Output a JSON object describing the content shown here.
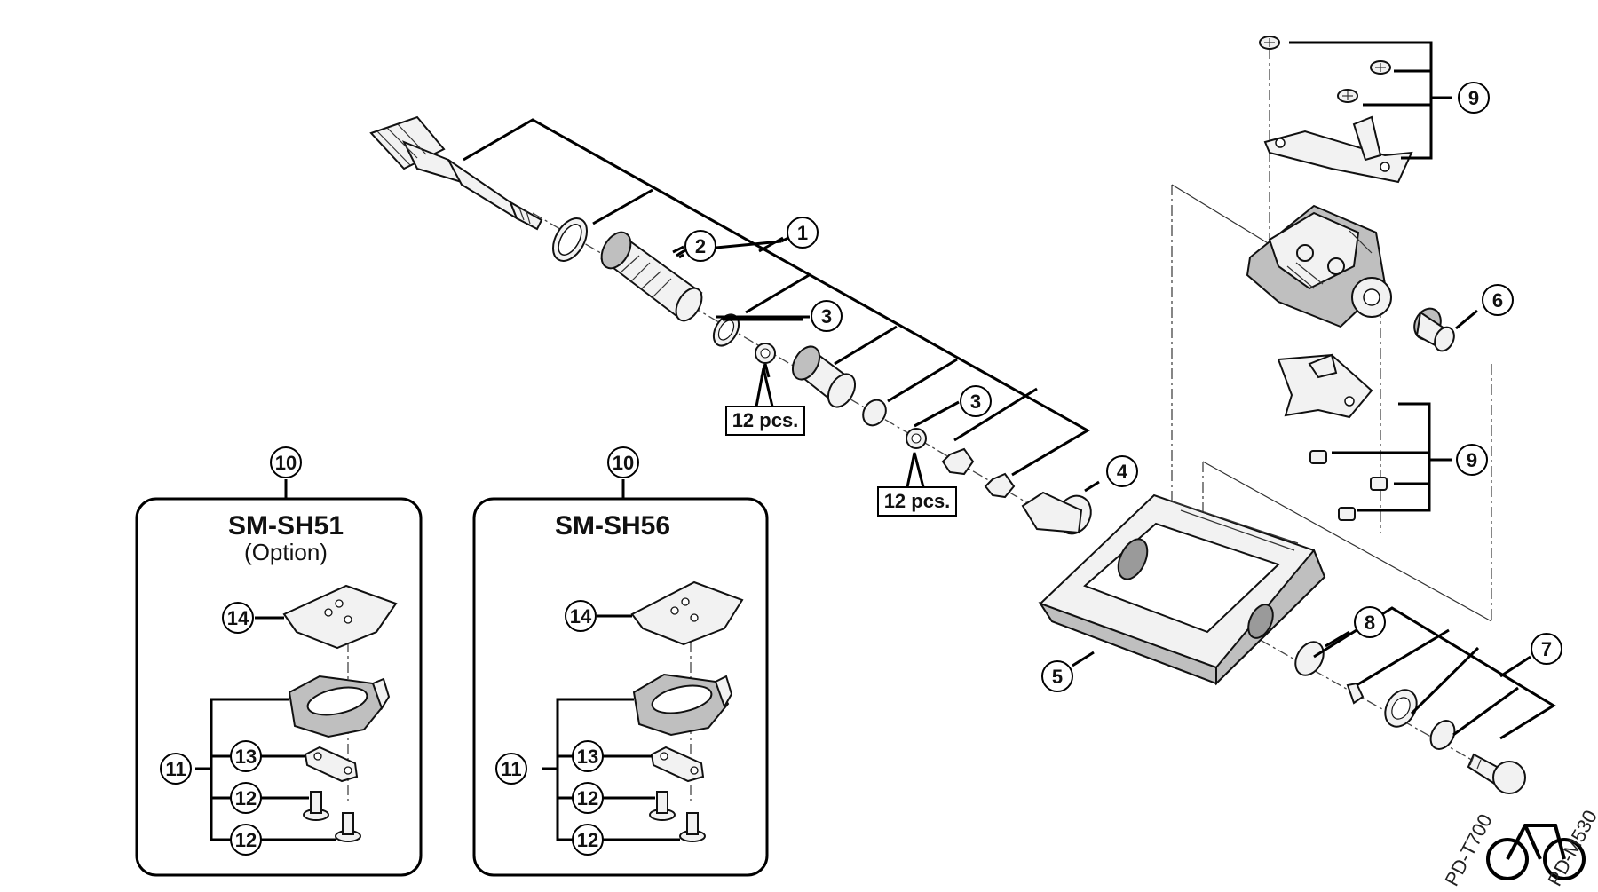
{
  "callouts": {
    "n1": "1",
    "n2": "2",
    "n3": "3",
    "n4": "4",
    "n5": "5",
    "n6": "6",
    "n7": "7",
    "n8": "8",
    "n9": "9",
    "n10": "10",
    "n11": "11",
    "n12": "12",
    "n13": "13",
    "n14": "14"
  },
  "quantity_label": "12 pcs.",
  "cleat_sets": [
    {
      "model": "SM-SH51",
      "note": "(Option)"
    },
    {
      "model": "SM-SH56"
    }
  ],
  "watermark": {
    "left": "PD-T700",
    "right": "PD-M530"
  },
  "logo_icon": "bicycle-icon"
}
